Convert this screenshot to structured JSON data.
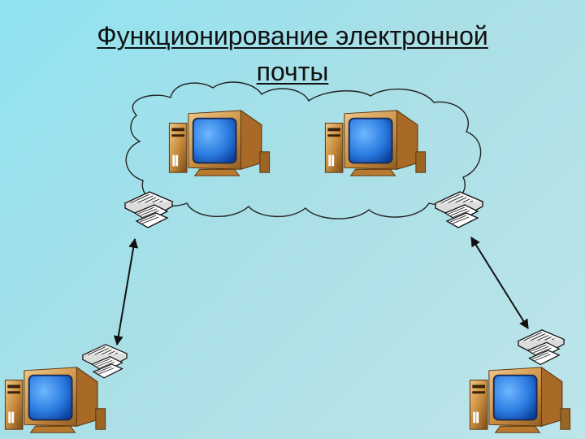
{
  "slide": {
    "title_line1": "Функционирование электронной",
    "title_line2": "почты",
    "background_color": "#a9dfe6"
  },
  "diagram": {
    "nodes": [
      {
        "id": "server-1",
        "kind": "computer",
        "group": "network-cloud"
      },
      {
        "id": "server-2",
        "kind": "computer",
        "group": "network-cloud"
      },
      {
        "id": "client-left",
        "kind": "computer"
      },
      {
        "id": "client-right",
        "kind": "computer"
      }
    ],
    "modems": [
      "modem-cloud-left",
      "modem-cloud-right",
      "modem-client-left",
      "modem-client-right"
    ],
    "links": [
      {
        "from": "modem-cloud-left",
        "to": "modem-client-left",
        "style": "double-arrow"
      },
      {
        "from": "modem-cloud-right",
        "to": "modem-client-right",
        "style": "double-arrow"
      }
    ],
    "colors": {
      "monitor_case": "#c98d3e",
      "screen": "#2b7be0",
      "cloud_stroke": "#222222"
    }
  }
}
